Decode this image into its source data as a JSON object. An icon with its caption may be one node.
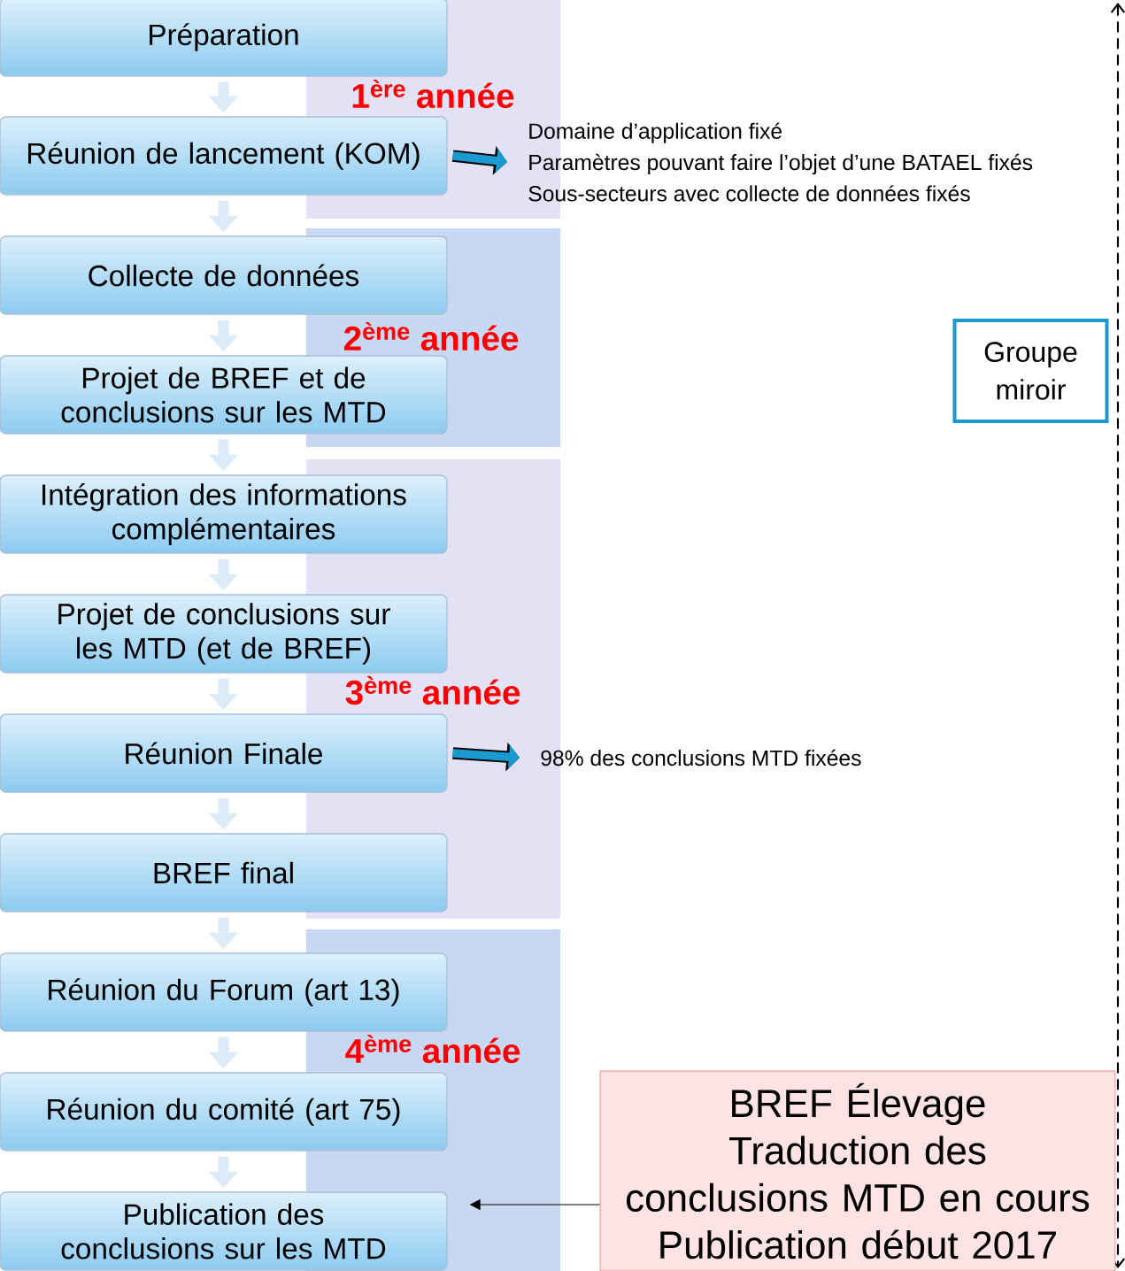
{
  "diagram": {
    "nodes": [
      {
        "text": [
          "Préparation"
        ]
      },
      {
        "text": [
          "Réunion de lancement (KOM)"
        ]
      },
      {
        "text": [
          "Collecte de données"
        ]
      },
      {
        "text": [
          "Projet de BREF et de conclusions sur les MTD"
        ]
      },
      {
        "text": [
          "Intégration des informations complémentaires"
        ]
      },
      {
        "text": [
          "Projet de conclusions sur les MTD (et de BREF)"
        ]
      },
      {
        "text": [
          "Réunion Finale"
        ]
      },
      {
        "text": [
          "BREF final"
        ]
      },
      {
        "text": [
          "Réunion du Forum (art 13)"
        ]
      },
      {
        "text": [
          "Réunion du comité (art 75)"
        ]
      },
      {
        "text": [
          "Publication des conclusions sur les MTD"
        ]
      },
      {
        "text": [
          "Domaine d’application fixé",
          "Paramètres pouvant faire l’objet d’une BATAEL fixés",
          "Sous-secteurs avec collecte de données fixés"
        ]
      },
      {
        "text": [
          "98% des conclusions MTD fixées"
        ]
      },
      {
        "text": [
          "Groupe miroir"
        ]
      },
      {
        "text": [
          "BREF Élevage",
          "Traduction des conclusions MTD en cours",
          "Publication début 2017"
        ]
      }
    ],
    "edges": [
      {
        "from": 0,
        "to": 1,
        "arrow": "to"
      },
      {
        "from": 1,
        "to": 2,
        "arrow": "to"
      },
      {
        "from": 2,
        "to": 3,
        "arrow": "to"
      },
      {
        "from": 3,
        "to": 4,
        "arrow": "to"
      },
      {
        "from": 4,
        "to": 5,
        "arrow": "to"
      },
      {
        "from": 5,
        "to": 6,
        "arrow": "to"
      },
      {
        "from": 6,
        "to": 7,
        "arrow": "to"
      },
      {
        "from": 7,
        "to": 8,
        "arrow": "to"
      },
      {
        "from": 8,
        "to": 9,
        "arrow": "to"
      },
      {
        "from": 9,
        "to": 10,
        "arrow": "to"
      },
      {
        "from": 1,
        "to": 11,
        "arrow": "to",
        "color": "#1a9ad0"
      },
      {
        "from": 6,
        "to": 12,
        "arrow": "to",
        "color": "#1a9ad0"
      },
      {
        "from": 14,
        "to": 10,
        "arrow": "to",
        "color": "#000000"
      }
    ],
    "labels": [
      "1$^{ère}$ année",
      "2$^{ème}$ année",
      "3$^{ème}$ année",
      "4$^{ème}$ année"
    ]
  }
}
